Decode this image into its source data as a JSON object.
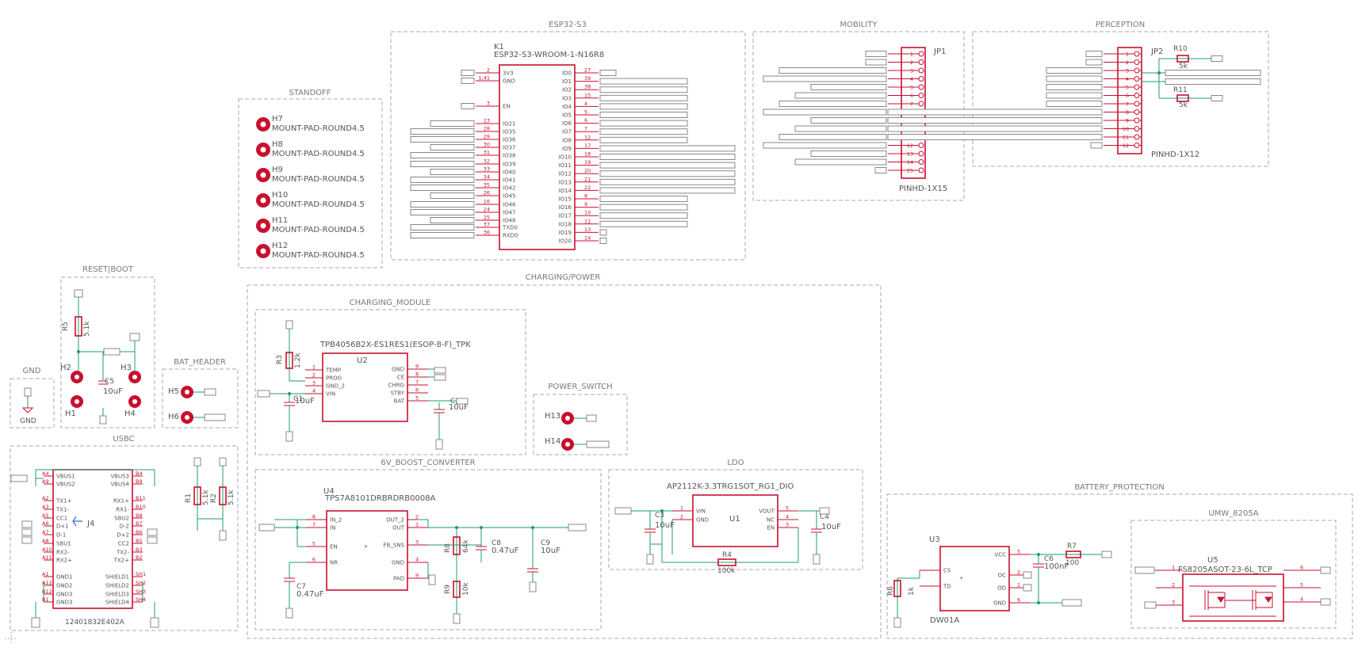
{
  "frames": [
    {
      "title": "ESP32-S3"
    },
    {
      "title": "MOBILITY"
    },
    {
      "title": "PERCEPTION"
    },
    {
      "title": "STANDOFF"
    },
    {
      "title": "RESET|BOOT"
    },
    {
      "title": "GND"
    },
    {
      "title": "BAT_HEADER"
    },
    {
      "title": "USBC"
    },
    {
      "title": "CHARGING/POWER"
    },
    {
      "title": "CHARGING_MODULE"
    },
    {
      "title": "POWER_SWITCH"
    },
    {
      "title": "6V_BOOST_CONVERTER"
    },
    {
      "title": "LDO"
    },
    {
      "title": "BATTERY_PROTECTION"
    },
    {
      "title": "UMW_8205A"
    }
  ],
  "esp32": {
    "ref": "K1",
    "value": "ESP32-S3-WROOM-1-N16R8",
    "left_pins": [
      {
        "num": "2",
        "name": "3V3"
      },
      {
        "num": "1,41",
        "name": "GND"
      },
      {
        "num": "3",
        "name": "EN"
      },
      {
        "num": "23",
        "name": "IO21"
      },
      {
        "num": "28",
        "name": "IO35"
      },
      {
        "num": "29",
        "name": "IO36"
      },
      {
        "num": "30",
        "name": "IO37"
      },
      {
        "num": "31",
        "name": "IO38"
      },
      {
        "num": "32",
        "name": "IO39"
      },
      {
        "num": "33",
        "name": "IO40"
      },
      {
        "num": "34",
        "name": "IO41"
      },
      {
        "num": "35",
        "name": "IO42"
      },
      {
        "num": "26",
        "name": "IO45"
      },
      {
        "num": "16",
        "name": "IO46"
      },
      {
        "num": "24",
        "name": "IO47"
      },
      {
        "num": "25",
        "name": "IO48"
      },
      {
        "num": "37",
        "name": "TXD0"
      },
      {
        "num": "36",
        "name": "RXD0"
      }
    ],
    "right_pins": [
      {
        "num": "27",
        "name": "IO0"
      },
      {
        "num": "39",
        "name": "IO1"
      },
      {
        "num": "38",
        "name": "IO2"
      },
      {
        "num": "15",
        "name": "IO3"
      },
      {
        "num": "4",
        "name": "IO4"
      },
      {
        "num": "5",
        "name": "IO5"
      },
      {
        "num": "6",
        "name": "IO6"
      },
      {
        "num": "7",
        "name": "IO7"
      },
      {
        "num": "12",
        "name": "IO8"
      },
      {
        "num": "17",
        "name": "IO9"
      },
      {
        "num": "18",
        "name": "IO10"
      },
      {
        "num": "19",
        "name": "IO11"
      },
      {
        "num": "20",
        "name": "IO12"
      },
      {
        "num": "21",
        "name": "IO13"
      },
      {
        "num": "22",
        "name": "IO14"
      },
      {
        "num": "8",
        "name": "IO15"
      },
      {
        "num": "9",
        "name": "IO16"
      },
      {
        "num": "10",
        "name": "IO17"
      },
      {
        "num": "11",
        "name": "IO18"
      },
      {
        "num": "13",
        "name": "IO19"
      },
      {
        "num": "14",
        "name": "IO20"
      }
    ]
  },
  "standoff": {
    "items": [
      {
        "ref": "H7",
        "value": "MOUNT-PAD-ROUND4.5"
      },
      {
        "ref": "H8",
        "value": "MOUNT-PAD-ROUND4.5"
      },
      {
        "ref": "H9",
        "value": "MOUNT-PAD-ROUND4.5"
      },
      {
        "ref": "H10",
        "value": "MOUNT-PAD-ROUND4.5"
      },
      {
        "ref": "H11",
        "value": "MOUNT-PAD-ROUND4.5"
      },
      {
        "ref": "H12",
        "value": "MOUNT-PAD-ROUND4.5"
      }
    ]
  },
  "mobility": {
    "ref": "JP1",
    "value": "PINHD-1X15",
    "pins": [
      "1",
      "2",
      "3",
      "4",
      "5",
      "6",
      "7",
      "8",
      "9",
      "10",
      "11",
      "12",
      "13",
      "14",
      "15"
    ]
  },
  "perception": {
    "ref": "JP2",
    "value": "PINHD-1X12",
    "pins": [
      "1",
      "2",
      "3",
      "4",
      "5",
      "6",
      "7",
      "8",
      "9",
      "10",
      "11",
      "12"
    ],
    "r10": {
      "ref": "R10",
      "value": "5k"
    },
    "r11": {
      "ref": "R11",
      "value": "5k"
    }
  },
  "reset_boot": {
    "r5": {
      "ref": "R5",
      "value": "5.1k"
    },
    "c5": {
      "ref": "C5",
      "value": "10uF"
    },
    "h1": "H1",
    "h2": "H2",
    "h3": "H3",
    "h4": "H4"
  },
  "gnd": {
    "label": "GND"
  },
  "bat_header": {
    "h5": "H5",
    "h6": "H6"
  },
  "usbc": {
    "ref": "J4",
    "value": "12401832E402A",
    "left_pins": [
      {
        "num": "A4",
        "name": "VBUS1"
      },
      {
        "num": "A9",
        "name": "VBUS2"
      },
      {
        "num": "A2",
        "name": "TX1+"
      },
      {
        "num": "A3",
        "name": "TX1-"
      },
      {
        "num": "A5",
        "name": "CC1"
      },
      {
        "num": "A6",
        "name": "D+1"
      },
      {
        "num": "A7",
        "name": "D-1"
      },
      {
        "num": "A8",
        "name": "SBU1"
      },
      {
        "num": "A10",
        "name": "RX2-"
      },
      {
        "num": "A11",
        "name": "RX2+"
      },
      {
        "num": "A1",
        "name": "GND1"
      },
      {
        "num": "A12",
        "name": "GND2"
      },
      {
        "num": "B12",
        "name": "GND3"
      },
      {
        "num": "B1",
        "name": "GND3"
      }
    ],
    "right_pins": [
      {
        "num": "B4",
        "name": "VBUS3"
      },
      {
        "num": "B9",
        "name": "VBUS4"
      },
      {
        "num": "B11",
        "name": "RX1+"
      },
      {
        "num": "B10",
        "name": "RX1-"
      },
      {
        "num": "B8",
        "name": "SBU2"
      },
      {
        "num": "B7",
        "name": "D-2"
      },
      {
        "num": "B6",
        "name": "D+2"
      },
      {
        "num": "B5",
        "name": "CC2"
      },
      {
        "num": "B3",
        "name": "TX2-"
      },
      {
        "num": "B2",
        "name": "TX2+"
      },
      {
        "num": "SH1",
        "name": "SHIELD1"
      },
      {
        "num": "SH2",
        "name": "SHIELD2"
      },
      {
        "num": "SH3",
        "name": "SHIELD3"
      },
      {
        "num": "SH4",
        "name": "SHIELD4"
      }
    ],
    "r1": {
      "ref": "R1",
      "value": "5.1k"
    },
    "r2": {
      "ref": "R2",
      "value": "5.1k"
    }
  },
  "charging": {
    "ref": "U2",
    "value": "TPB4056B2X-ES1RES1(ESOP-8-F)_TPK",
    "left_pins": [
      {
        "num": "1",
        "name": "TEMP"
      },
      {
        "num": "2",
        "name": "PROG"
      },
      {
        "num": "3",
        "name": "GND_2"
      },
      {
        "num": "4",
        "name": "VIN"
      }
    ],
    "right_pins": [
      {
        "num": "9",
        "name": "GND"
      },
      {
        "num": "8",
        "name": "CE"
      },
      {
        "num": "7",
        "name": "CHRG"
      },
      {
        "num": "6",
        "name": "STBY"
      },
      {
        "num": "5",
        "name": "BAT"
      }
    ],
    "r3": {
      "ref": "R3",
      "value": "1.2k"
    },
    "c1": {
      "ref": "C1",
      "value": "10uF"
    },
    "c2": {
      "ref": "C2",
      "value": "10uF"
    }
  },
  "power_switch": {
    "h13": "H13",
    "h14": "H14"
  },
  "boost": {
    "ref": "U4",
    "value": "TPS7A8101DRBRDRB0008A",
    "left_pins": [
      {
        "num": "8",
        "name": "IN_2"
      },
      {
        "num": "7",
        "name": "IN"
      },
      {
        "num": "5",
        "name": "EN"
      },
      {
        "num": "6",
        "name": "NR"
      }
    ],
    "right_pins": [
      {
        "num": "2",
        "name": "OUT_2"
      },
      {
        "num": "1",
        "name": "OUT"
      },
      {
        "num": "3",
        "name": "FB_SNS"
      },
      {
        "num": "4",
        "name": "GND"
      },
      {
        "num": "9",
        "name": "PAD"
      }
    ],
    "r8": {
      "ref": "R8",
      "value": "64k"
    },
    "r9": {
      "ref": "R9",
      "value": "10k"
    },
    "c8": {
      "ref": "C8",
      "value": "0.47uF"
    },
    "c9": {
      "ref": "C9",
      "value": "10uF"
    },
    "c7": {
      "ref": "C7",
      "value": "0.47uF"
    }
  },
  "ldo": {
    "ref": "U1",
    "value": "AP2112K-3.3TRG1SOT_RG1_DIO",
    "left_pins": [
      {
        "num": "1",
        "name": "VIN"
      },
      {
        "num": "2",
        "name": "GND"
      }
    ],
    "right_pins": [
      {
        "num": "5",
        "name": "VOUT"
      },
      {
        "num": "4",
        "name": "NC"
      },
      {
        "num": "3",
        "name": "EN"
      }
    ],
    "c3": {
      "ref": "C3",
      "value": "10uF"
    },
    "c4": {
      "ref": "C4",
      "value": "10uF"
    },
    "r4": {
      "ref": "R4",
      "value": "100k"
    }
  },
  "battery_protection": {
    "ref": "U3",
    "value": "DW01A",
    "left_pins": [
      {
        "name": "CS"
      },
      {
        "name": "TD"
      }
    ],
    "right_pins": [
      {
        "num": "5",
        "name": "VCC"
      },
      {
        "num": "2",
        "name": "OC"
      },
      {
        "num": "1",
        "name": "OD"
      },
      {
        "num": "6",
        "name": "GND"
      }
    ],
    "r6": {
      "ref": "R6",
      "value": "1k"
    },
    "r7": {
      "ref": "R7",
      "value": "100"
    },
    "c6": {
      "ref": "C6",
      "value": "100nF"
    }
  },
  "umw": {
    "ref": "U5",
    "value": "FS8205ASOT-23-6L_TCP",
    "pins_left": [
      "1",
      "2",
      "3"
    ],
    "pins_right": [
      "6",
      "5",
      "4"
    ]
  }
}
